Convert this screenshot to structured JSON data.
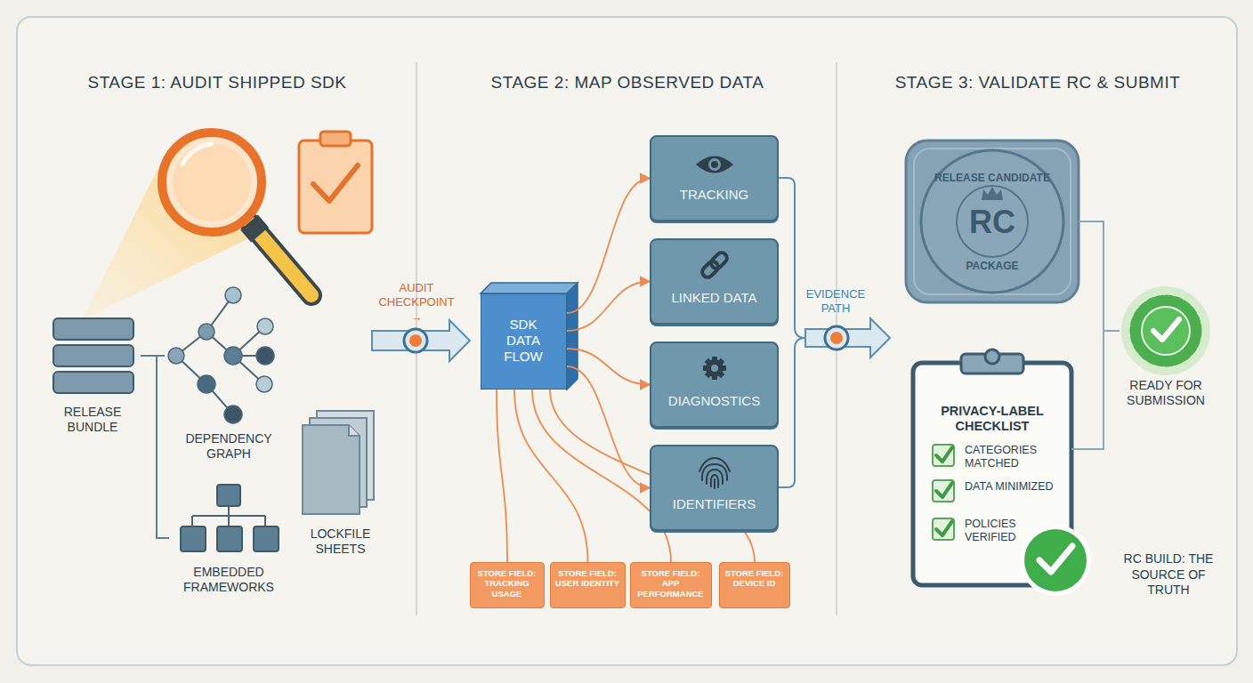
{
  "diagram": {
    "nodes": [
      {
        "text": [
          "RELEASE BUNDLE"
        ]
      },
      {
        "text": [
          "DEPENDENCY GRAPH"
        ]
      },
      {
        "text": [
          "EMBEDDED FRAMEWORKS"
        ]
      },
      {
        "text": [
          "LOCKFILE SHEETS"
        ]
      },
      {
        "text": [
          "SDK DATA FLOW"
        ]
      },
      {
        "text": [
          "TRACKING"
        ]
      },
      {
        "text": [
          "LINKED DATA"
        ]
      },
      {
        "text": [
          "DIAGNOSTICS"
        ]
      },
      {
        "text": [
          "IDENTIFIERS"
        ]
      },
      {
        "text": [
          "STORE FIELD: TRACKING USAGE"
        ]
      },
      {
        "text": [
          "STORE FIELD: USER IDENTITY"
        ]
      },
      {
        "text": [
          "STORE FIELD: APP PERFORMANCE"
        ]
      },
      {
        "text": [
          "STORE FIELD: DEVICE ID"
        ]
      },
      {
        "text": [
          "RELEASE CANDIDATE",
          "RC",
          "PACKAGE"
        ]
      },
      {
        "text": [
          "PRIVACY-LABEL CHECKLIST",
          "CATEGORIES MATCHED",
          "DATA MINIMIZED",
          "POLICIES VERIFIED"
        ]
      },
      {
        "text": [
          "READY FOR SUBMISSION"
        ]
      }
    ],
    "edges": [
      {
        "from": 0,
        "to": 1,
        "arrow": "none"
      },
      {
        "from": 0,
        "to": 2,
        "arrow": "none"
      },
      {
        "from": 4,
        "to": 5,
        "arrow": "to"
      },
      {
        "from": 4,
        "to": 6,
        "arrow": "to"
      },
      {
        "from": 4,
        "to": 7,
        "arrow": "to"
      },
      {
        "from": 4,
        "to": 8,
        "arrow": "to"
      },
      {
        "from": 4,
        "to": 9,
        "arrow": "none"
      },
      {
        "from": 4,
        "to": 10,
        "arrow": "none"
      },
      {
        "from": 4,
        "to": 11,
        "arrow": "none"
      },
      {
        "from": 4,
        "to": 12,
        "arrow": "none"
      },
      {
        "from": 13,
        "to": 15,
        "arrow": "none"
      },
      {
        "from": 14,
        "to": 15,
        "arrow": "none"
      }
    ],
    "labels": [
      "STAGE 1: AUDIT SHIPPED SDK",
      "STAGE 2: MAP OBSERVED DATA",
      "STAGE 3: VALIDATE RC & SUBMIT",
      "AUDIT CHECKPOINT →",
      "EVIDENCE PATH",
      "RC BUILD: THE SOURCE OF TRUTH"
    ]
  }
}
